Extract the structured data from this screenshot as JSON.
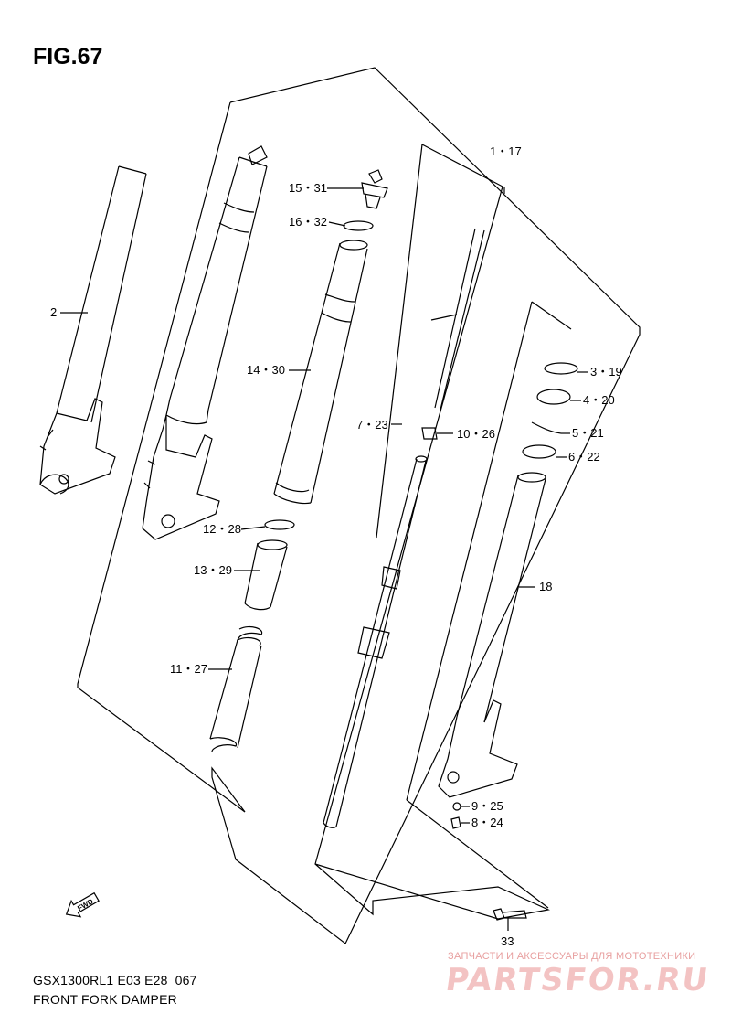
{
  "figure": {
    "title": "FIG.67",
    "model": "GSX1300RL1 E03 E28_067",
    "name": "FRONT FORK DAMPER"
  },
  "watermark": {
    "top_text": "ЗАПЧАСТИ И АКСЕССУАРЫ ДЛЯ МОТОТЕХНИКИ",
    "brand": "PARTSFOR.RU",
    "color": "#f3c3c3"
  },
  "callouts": {
    "c1": "1・17",
    "c2": "2",
    "c3": "3・19",
    "c4": "4・20",
    "c5": "5・21",
    "c6": "6・22",
    "c7": "7・23",
    "c8": "8・24",
    "c9": "9・25",
    "c10": "10・26",
    "c11": "11・27",
    "c12": "12・28",
    "c13": "13・29",
    "c14": "14・30",
    "c15": "15・31",
    "c16": "16・32",
    "c18": "18",
    "c33": "33"
  },
  "fwd_icon": "FWD"
}
